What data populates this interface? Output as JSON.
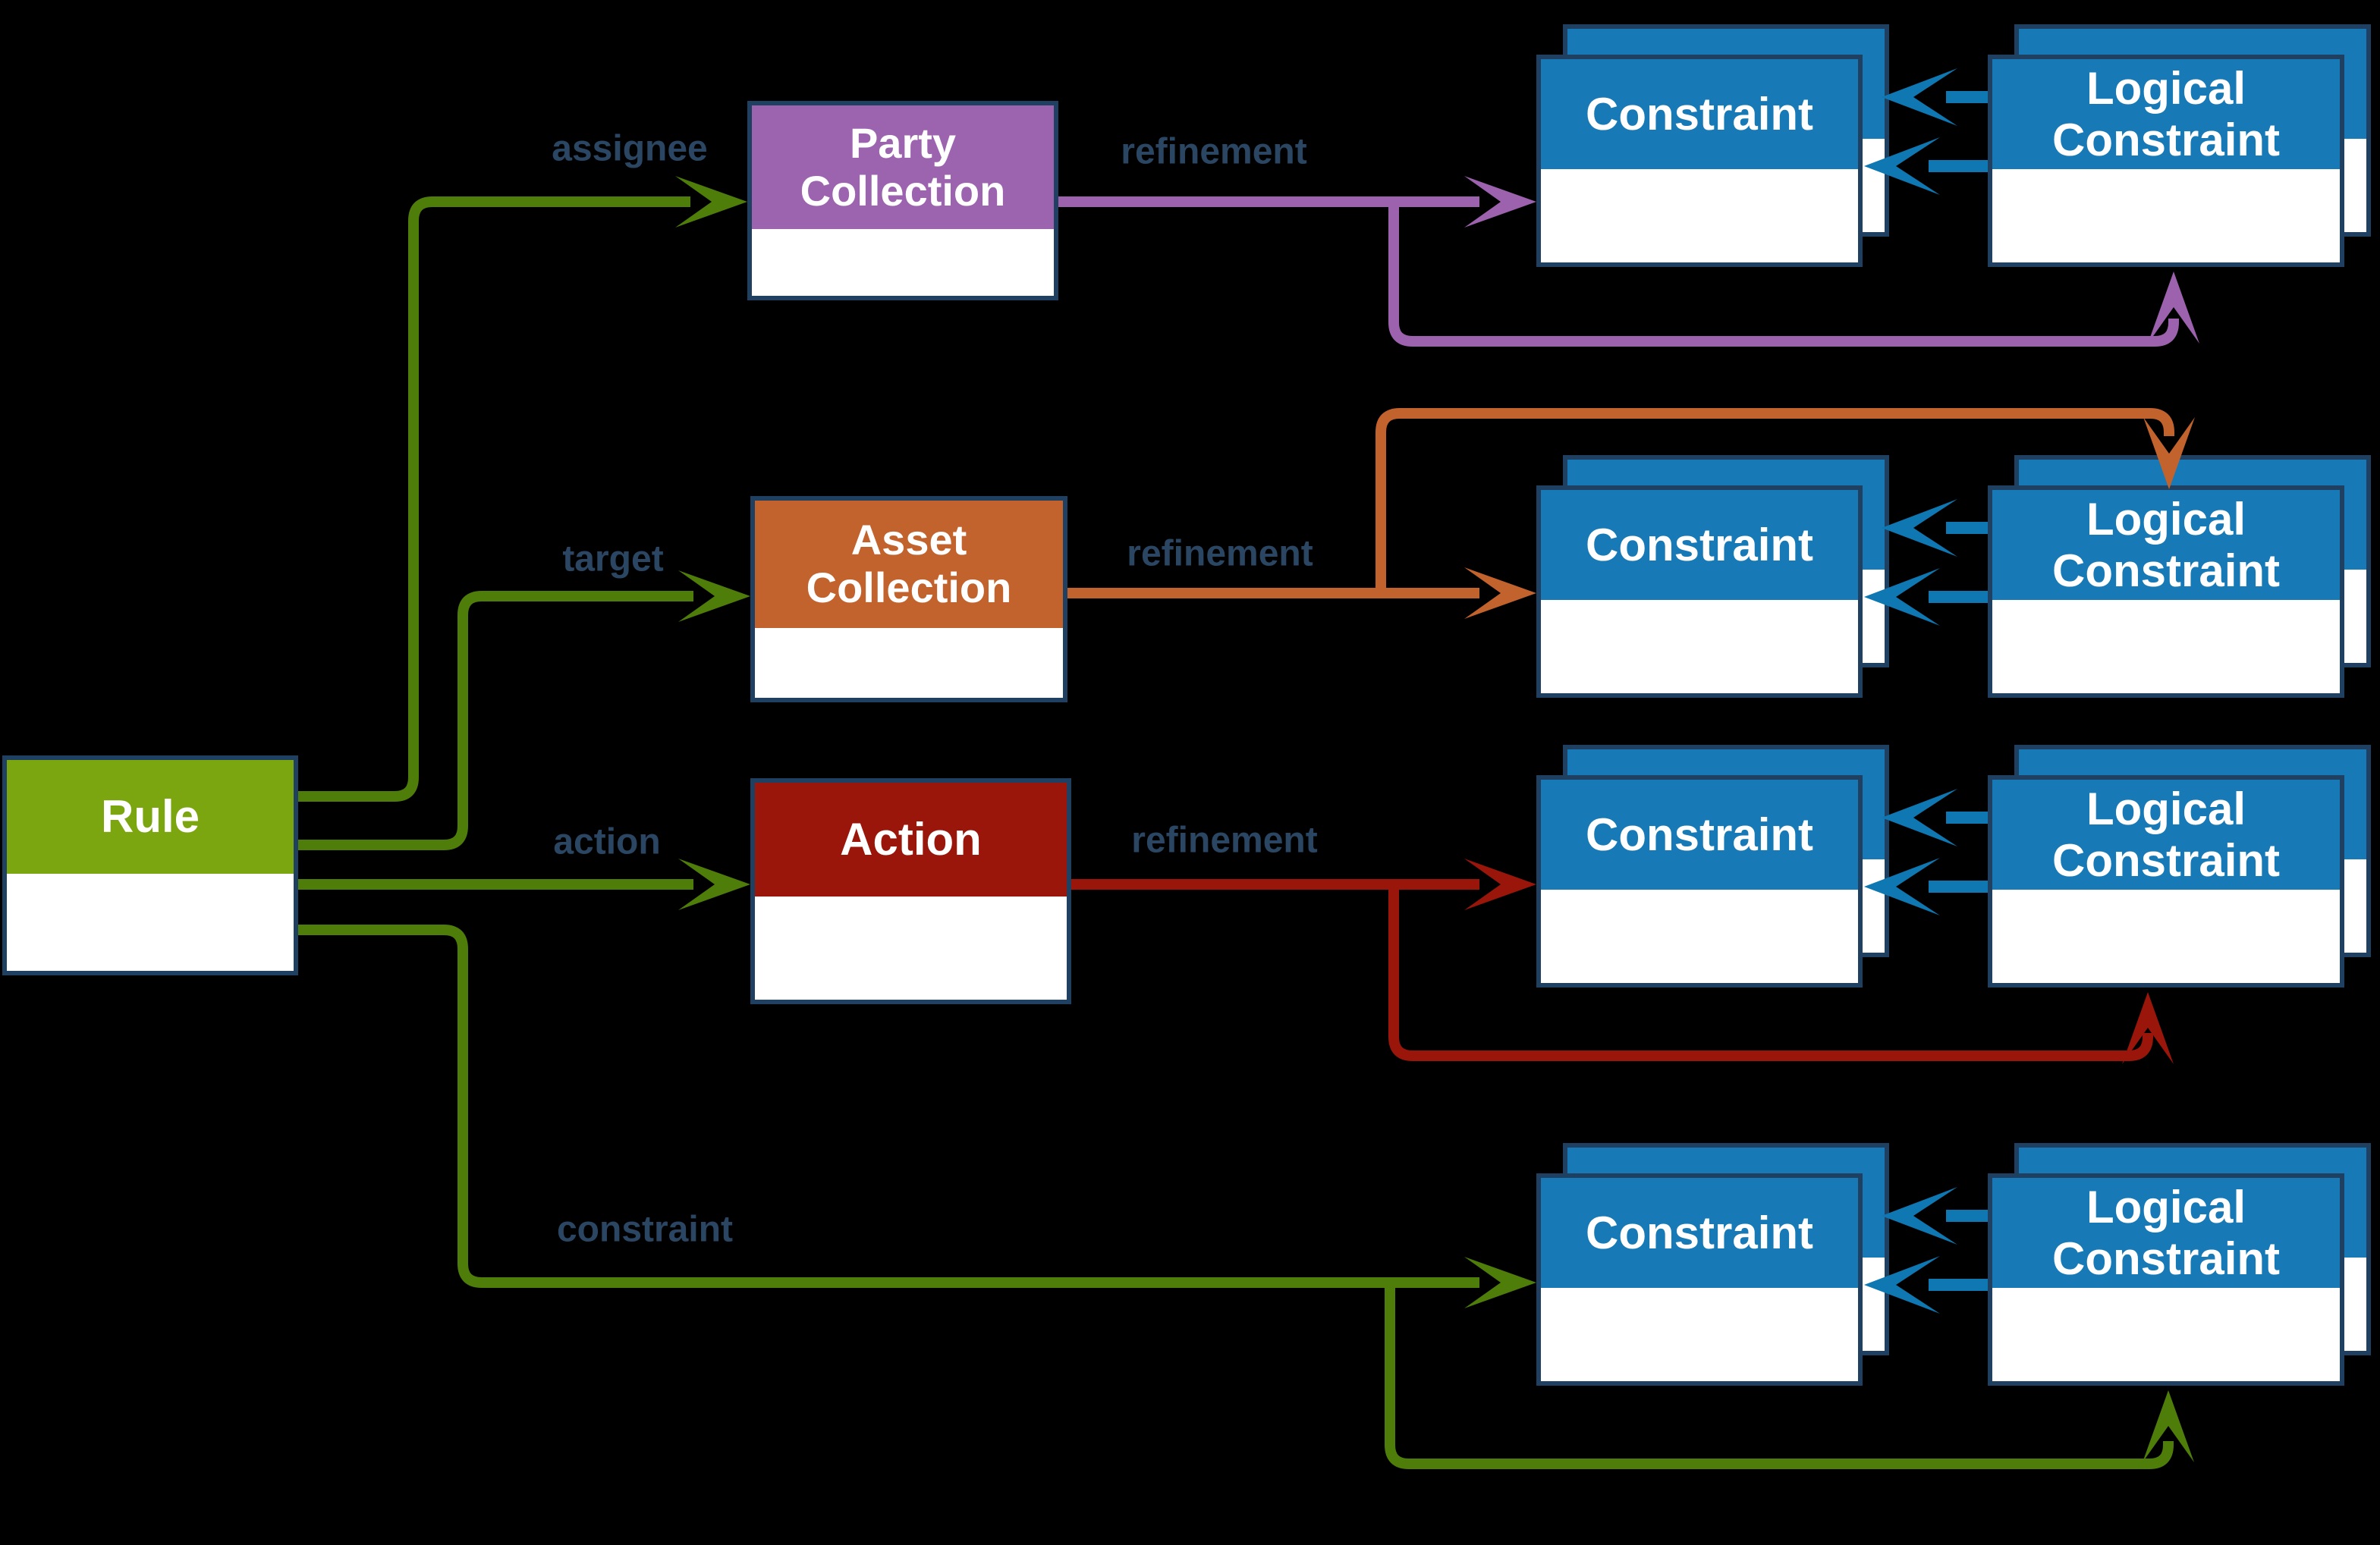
{
  "nodes": {
    "rule": {
      "label": "Rule"
    },
    "party_collection": {
      "lines": [
        "Party",
        "Collection"
      ]
    },
    "asset_collection": {
      "lines": [
        "Asset",
        "Collection"
      ]
    },
    "action": {
      "label": "Action"
    },
    "constraint": {
      "label": "Constraint"
    },
    "logical_constraint": {
      "lines": [
        "Logical",
        "Constraint"
      ]
    }
  },
  "edge_labels": {
    "assignee": "assignee",
    "target": "target",
    "action": "action",
    "constraint": "constraint",
    "refinement": "refinement"
  },
  "colors": {
    "background": "#000000",
    "border": "#1f4060",
    "box_body": "#ffffff",
    "header_text": "#ffffff",
    "label_text": "#2a4663",
    "rule_header": "#7ca60f",
    "party_header": "#9c64ae",
    "asset_header": "#c2632d",
    "action_header": "#9a150a",
    "constraint_header": "#1779b5",
    "arrow_green": "#4e7d0a",
    "arrow_purple": "#9c62ae",
    "arrow_orange": "#c2632d",
    "arrow_red": "#9a150a",
    "arrow_blue": "#0f78b2"
  }
}
